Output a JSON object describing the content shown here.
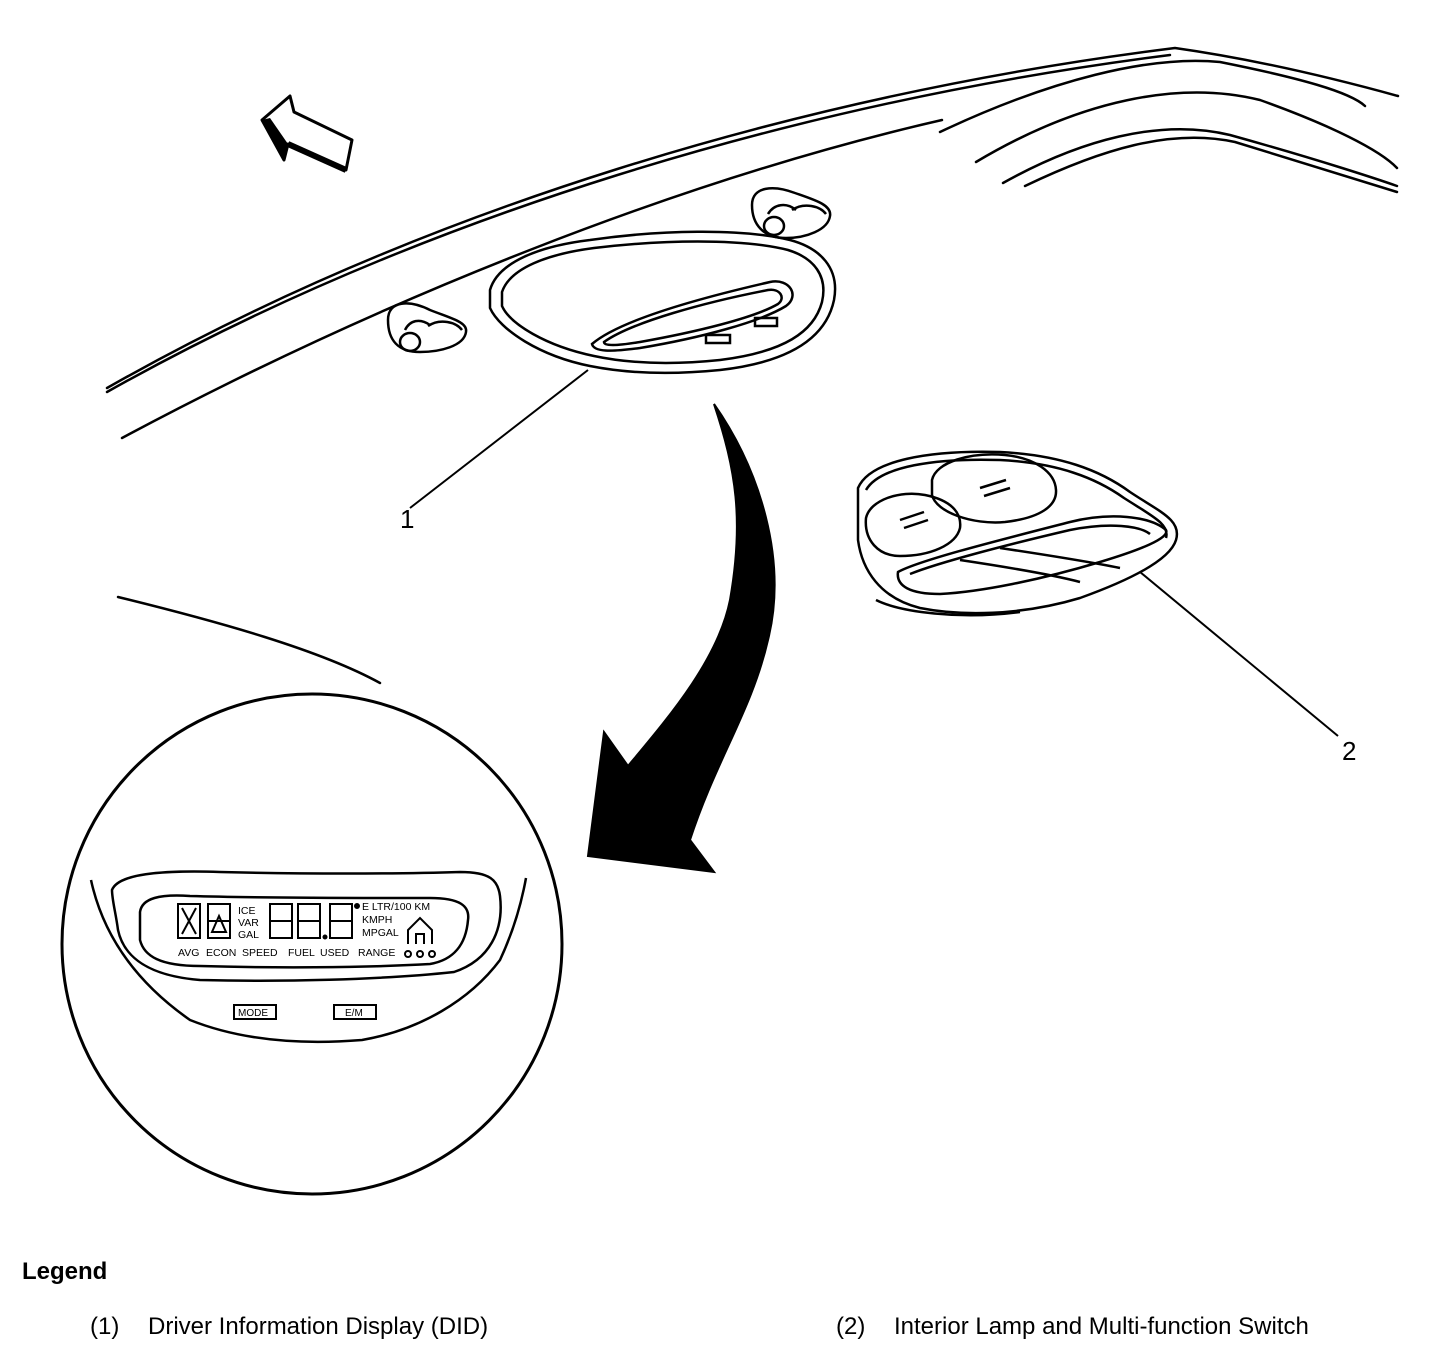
{
  "callouts": {
    "one": "1",
    "two": "2"
  },
  "display": {
    "labels_left": [
      "ICE",
      "VAR",
      "GAL"
    ],
    "labels_right": [
      "E  LTR/100 KM",
      "KMPH",
      "MPGAL"
    ],
    "bottom_labels": [
      "AVG",
      "ECON",
      "SPEED",
      "FUEL",
      "USED",
      "RANGE"
    ],
    "buttons": {
      "mode": "MODE",
      "em": "E/M"
    }
  },
  "legend": {
    "title": "Legend",
    "items": [
      {
        "num": "(1)",
        "text": "Driver Information Display (DID)"
      },
      {
        "num": "(2)",
        "text": "Interior Lamp and Multi-function Switch"
      }
    ]
  }
}
